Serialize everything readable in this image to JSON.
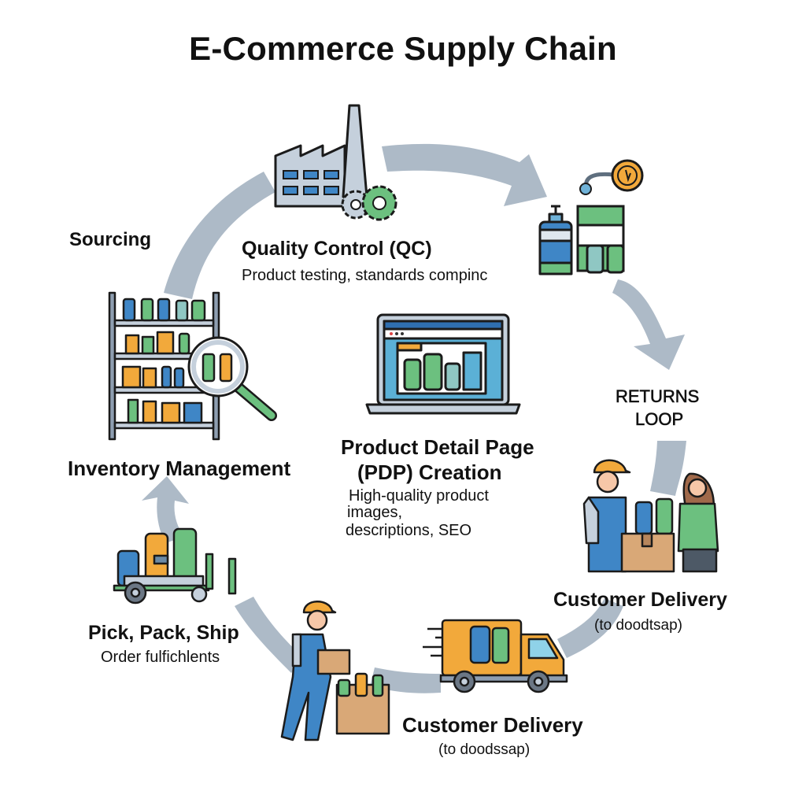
{
  "title": "E-Commerce Supply Chain",
  "colors": {
    "arrow": "#adbac7",
    "blue": "#3f86c6",
    "green": "#6cc07f",
    "orange": "#f2a93b",
    "steel": "#c5d0dc",
    "cardboard": "#d9a877",
    "outline": "#1b1b1b"
  },
  "stages": {
    "sourcing": {
      "label": "Sourcing",
      "icon": "factory-icon"
    },
    "quality_control": {
      "title": "Quality Control (QC)",
      "subtitle": "Product testing, standards compinc",
      "icon": "product-testing-icon"
    },
    "pdp": {
      "title_line1": "Product Detail Page",
      "title_line2": "(PDP) Creation",
      "desc_line1": "High-quality product",
      "desc_line2": "images,",
      "desc_line3": "descriptions, SEO",
      "icon": "laptop-product-page-icon"
    },
    "returns": {
      "line1": "RETURNS",
      "line2": "LOOP"
    },
    "customer_delivery_right": {
      "title": "Customer Delivery",
      "subtitle": "(to doodtsap)",
      "icon": "handover-icon"
    },
    "customer_delivery_bottom": {
      "title": "Customer Delivery",
      "subtitle": "(to doodssap)",
      "icon": "delivery-truck-icon"
    },
    "pick_pack_ship": {
      "title": "Pick, Pack, Ship",
      "subtitle": "Order fulfichlents",
      "icon": "cart-icon"
    },
    "inventory": {
      "title": "Inventory Management",
      "icon": "inventory-shelf-icon"
    }
  }
}
